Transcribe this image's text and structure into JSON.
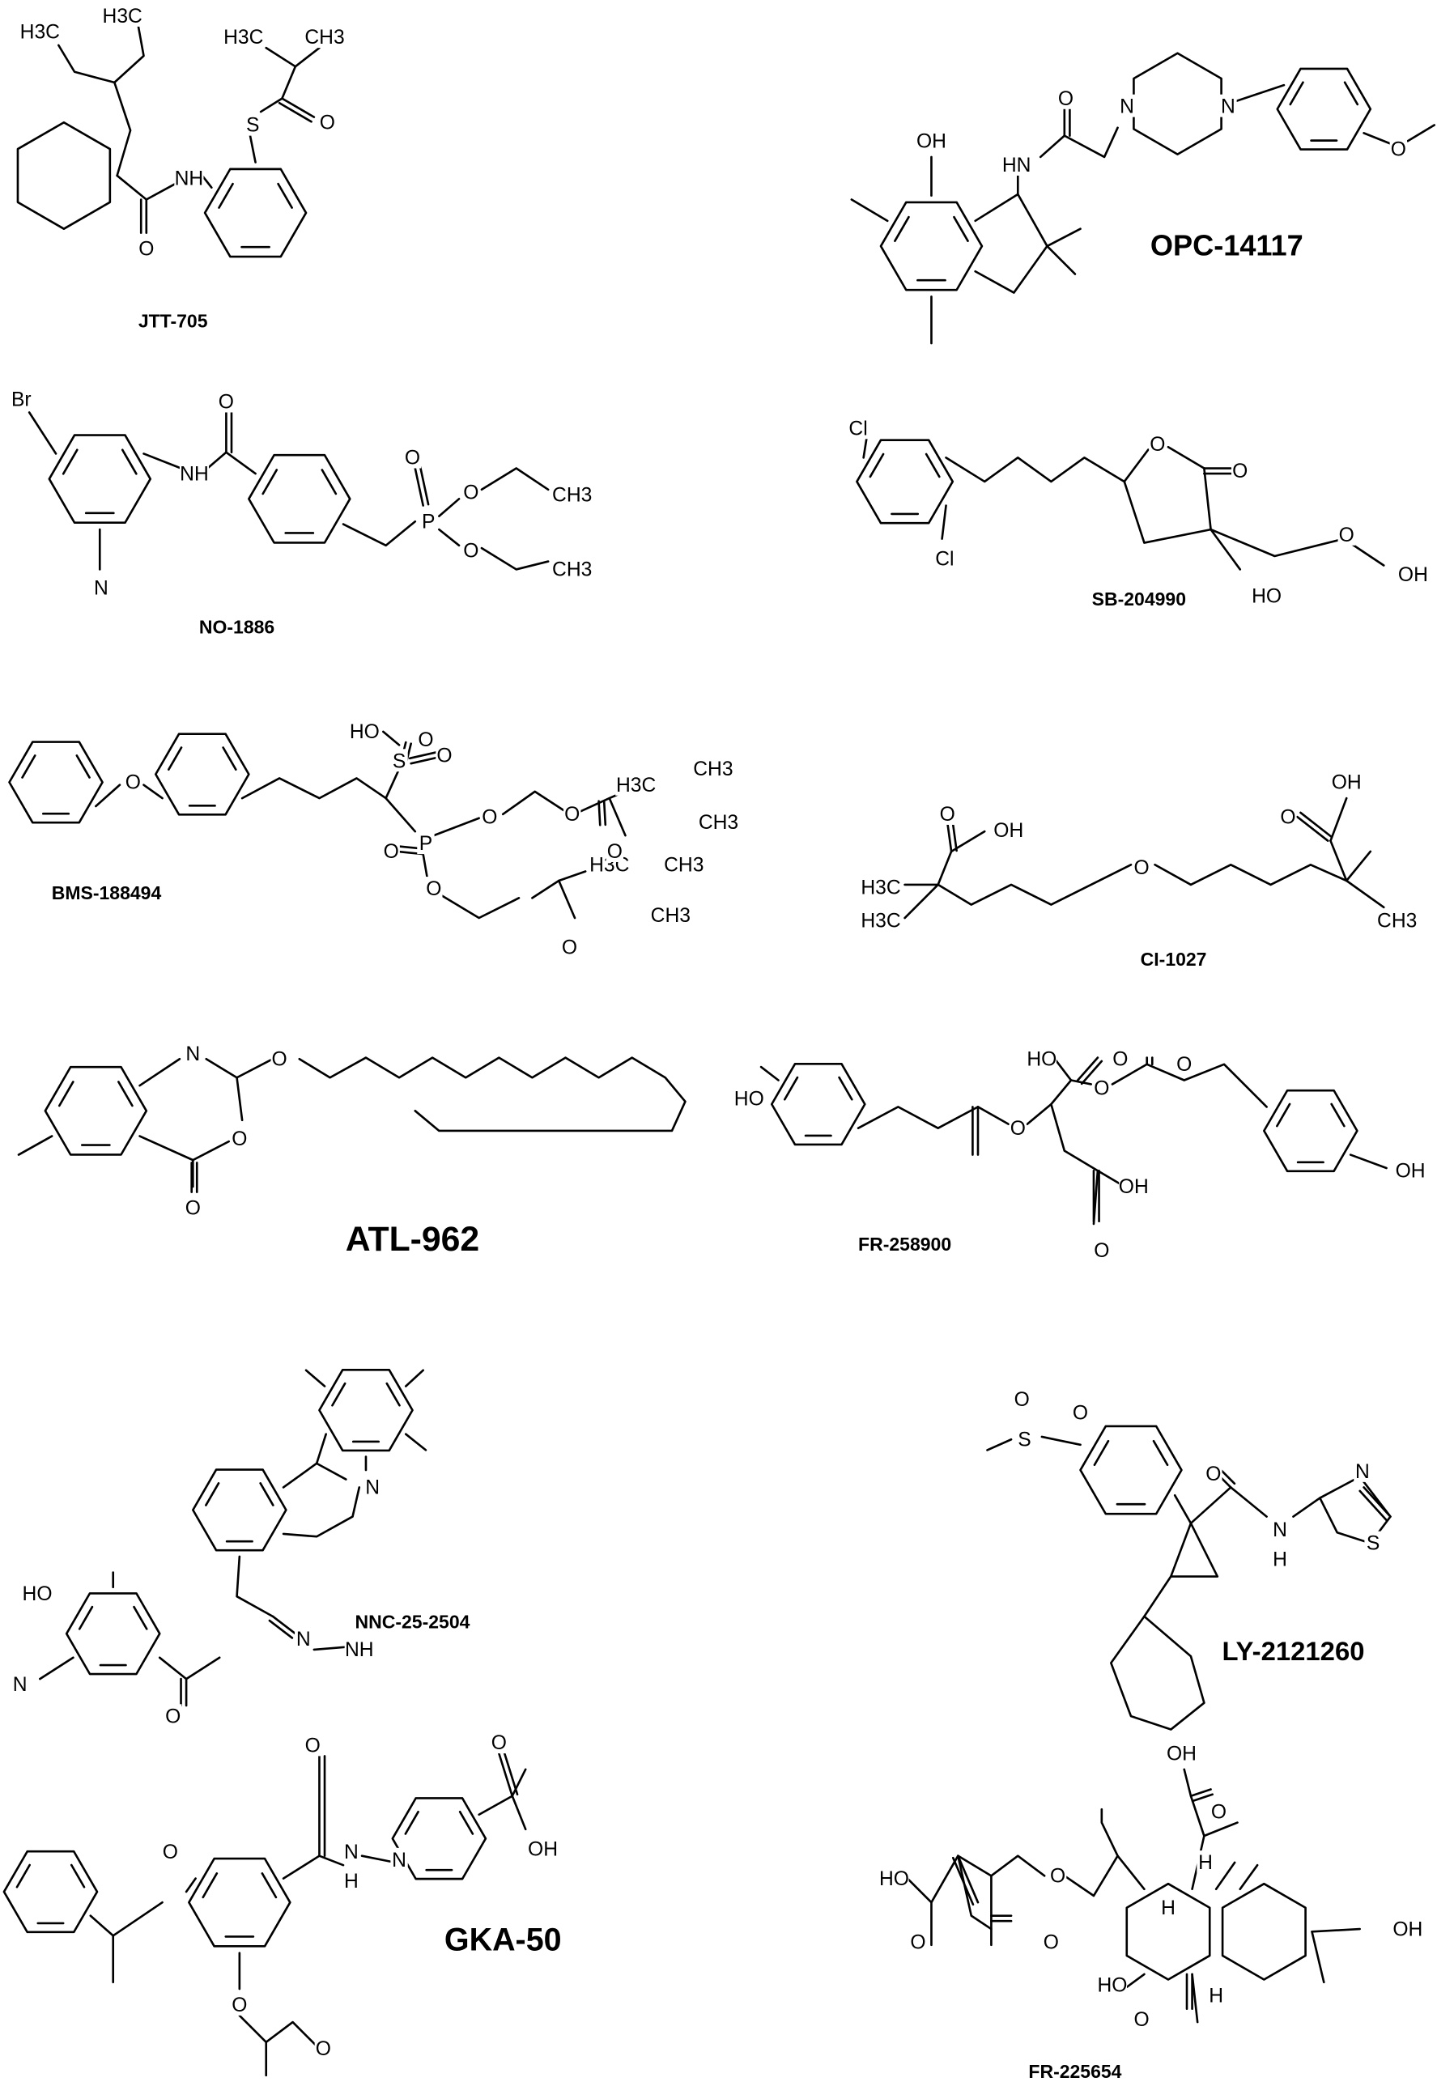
{
  "compounds": [
    {
      "name": "JTT-705",
      "atoms": [
        "H3C",
        "H3C",
        "H3C",
        "CH3",
        "S",
        "O",
        "NH",
        "O"
      ]
    },
    {
      "name": "OPC-14117",
      "atoms": [
        "OH",
        "HN",
        "O",
        "N",
        "N",
        "O"
      ]
    },
    {
      "name": "NO-1886",
      "atoms": [
        "Br",
        "NH",
        "O",
        "N",
        "P",
        "O",
        "O",
        "O",
        "CH3",
        "CH3"
      ]
    },
    {
      "name": "SB-204990",
      "atoms": [
        "Cl",
        "Cl",
        "O",
        "O",
        "HO",
        "OH",
        "O"
      ]
    },
    {
      "name": "BMS-188494",
      "atoms": [
        "O",
        "HO",
        "S",
        "O",
        "O",
        "P",
        "O",
        "O",
        "O",
        "O",
        "H3C",
        "CH3",
        "CH3",
        "O",
        "H3C",
        "CH3",
        "CH3",
        "O"
      ]
    },
    {
      "name": "CI-1027",
      "atoms": [
        "O",
        "OH",
        "H3C",
        "H3C",
        "O",
        "OH",
        "O",
        "CH3"
      ]
    },
    {
      "name": "ATL-962",
      "atoms": [
        "N",
        "O",
        "O",
        "O"
      ]
    },
    {
      "name": "FR-258900",
      "atoms": [
        "HO",
        "HO",
        "O",
        "O",
        "O",
        "O",
        "OH",
        "O",
        "OH"
      ]
    },
    {
      "name": "NNC-25-2504",
      "atoms": [
        "N",
        "HO",
        "N",
        "N",
        "NH",
        "O"
      ]
    },
    {
      "name": "LY-2121260",
      "atoms": [
        "S",
        "O",
        "O",
        "O",
        "N",
        "S",
        "N",
        "H"
      ]
    },
    {
      "name": "GKA-50",
      "atoms": [
        "O",
        "O",
        "N",
        "H",
        "N",
        "O",
        "OH",
        "O",
        "O"
      ]
    },
    {
      "name": "FR-225654",
      "atoms": [
        "OH",
        "O",
        "HO",
        "O",
        "O",
        "O",
        "H",
        "H",
        "OH",
        "HO",
        "O",
        "H"
      ]
    }
  ]
}
